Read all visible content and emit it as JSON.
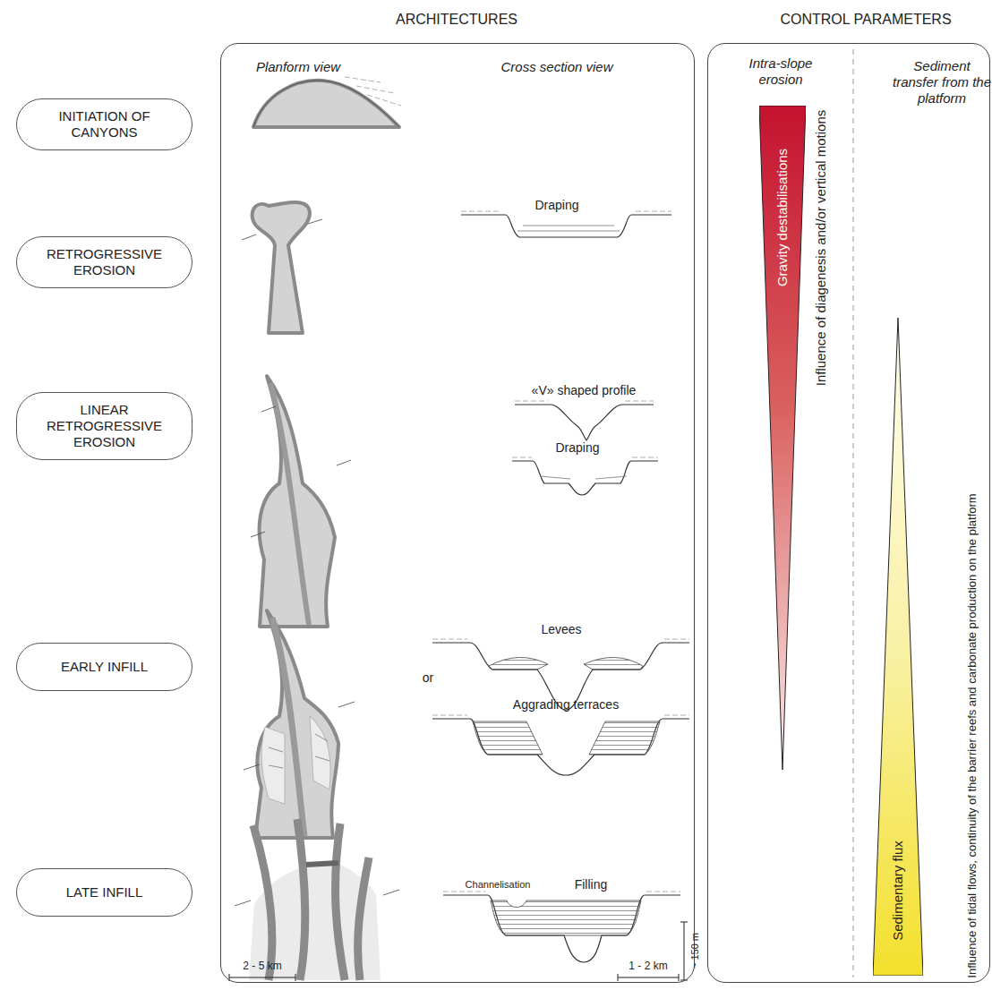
{
  "diagram": {
    "nodes": [
      {
        "text": [
          "INITIATION OF CANYONS"
        ]
      },
      {
        "text": [
          "RETROGRESSIVE EROSION"
        ]
      },
      {
        "text": [
          "LINEAR RETROGRESSIVE EROSION"
        ]
      },
      {
        "text": [
          "EARLY INFILL"
        ]
      },
      {
        "text": [
          "LATE INFILL"
        ]
      },
      {
        "text": [
          "ARCHITECTURES",
          "Planform view",
          "Cross section view"
        ]
      },
      {
        "text": [
          "CONTROL PARAMETERS",
          "Intra-slope erosion",
          "Sediment transfer from the platform"
        ]
      },
      {
        "text": [
          "Gravity destabilisations"
        ],
        "in": 6
      },
      {
        "text": [
          "Sedimentary flux"
        ],
        "in": 6
      }
    ],
    "labels": [
      "Influence of diagenesis and/or vertical motions",
      "Influence of tidal flows, continuity of the barrier reefs and carbonate production on the platform",
      "Draping",
      "«V» shaped profile",
      "Draping",
      "Levees",
      "or",
      "Aggrading terraces",
      "Channelisation",
      "Filling",
      "2 - 5 km",
      "1 - 2 km",
      "~ 150 m"
    ]
  }
}
